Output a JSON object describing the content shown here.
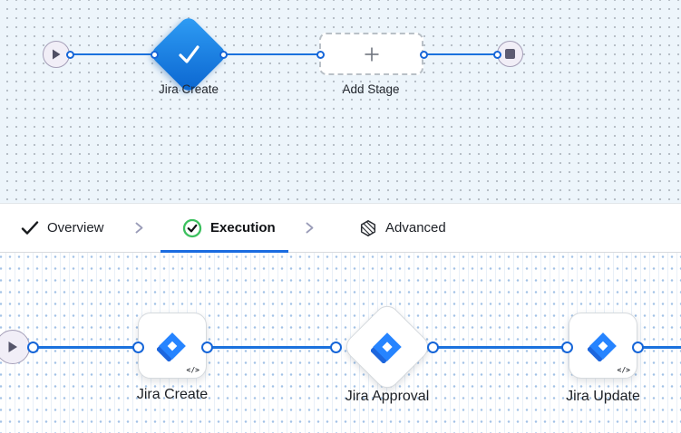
{
  "colors": {
    "canvas_top_bg": "#edf5fb",
    "canvas_top_dot": "#b4bcc4",
    "canvas_bottom_dot": "#a2c2e6",
    "connector_blue": "#1b72dd",
    "stage_gradient_start": "#2f9ef5",
    "stage_gradient_end": "#0a64cf",
    "tab_underline_blue": "#1a6be0",
    "execution_icon_green": "#3cc05e",
    "jira_blue": "#2684ff",
    "jira_dark_blue": "#1d66dd",
    "node_gray_purple": "#5d5c72"
  },
  "top_canvas": {
    "start_node": "pipeline-start",
    "end_node": "pipeline-end",
    "stage": {
      "label": "Jira Create",
      "icon": "checkmark-icon"
    },
    "add_stage": {
      "label": "Add Stage",
      "icon": "plus-icon"
    }
  },
  "tab_bar": {
    "tabs": [
      {
        "label": "Overview",
        "icon": "check-icon",
        "active": false
      },
      {
        "label": "Execution",
        "icon": "check-circle-icon",
        "active": true
      },
      {
        "label": "Advanced",
        "icon": "cube-icon",
        "active": false
      }
    ]
  },
  "bottom_canvas": {
    "steps": [
      {
        "label": "Jira Create",
        "shape": "card",
        "badge": "</>"
      },
      {
        "label": "Jira Approval",
        "shape": "diamond",
        "badge": ""
      },
      {
        "label": "Jira Update",
        "shape": "card",
        "badge": "</>"
      }
    ]
  }
}
